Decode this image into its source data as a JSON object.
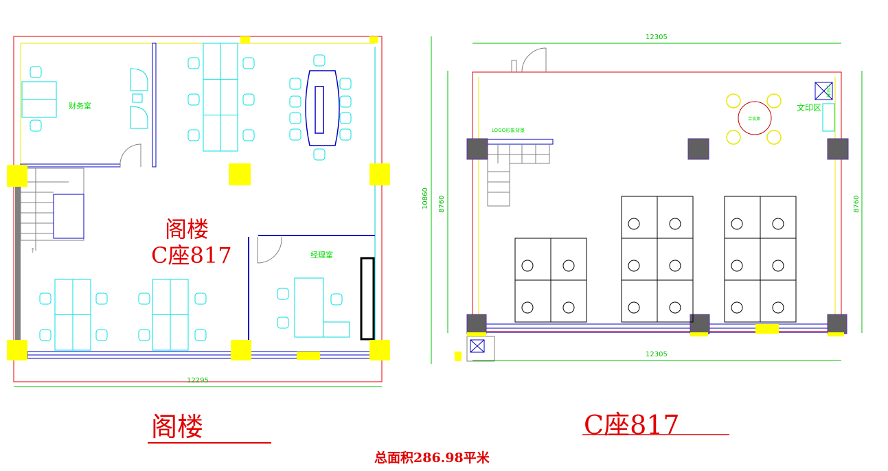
{
  "plans": {
    "left": {
      "title_line1": "阁楼",
      "title_line2": "C座817",
      "rooms": {
        "finance": "财务室",
        "manager": "经理室"
      },
      "dimensions": {
        "width": "12295",
        "height": "10860"
      },
      "caption": "阁楼"
    },
    "right": {
      "labels": {
        "logo_wall": "LOGO形象背景",
        "meeting_table": "洽谈桌",
        "print_area": "文印区",
        "printer": "打印机"
      },
      "dimensions": {
        "top_width": "12305",
        "bottom_width": "12305",
        "left_height": "8760",
        "right_height": "8760"
      },
      "caption": "C座817"
    }
  },
  "footer": {
    "total_area": "总面积286.98平米"
  },
  "colors": {
    "wall": "#0000c0",
    "furniture": "#00e0e0",
    "pillar_left": "#ffff00",
    "pillar_right": "#606060",
    "dimension": "#00c000",
    "outline": "#e00000",
    "text": "#00dd00"
  }
}
